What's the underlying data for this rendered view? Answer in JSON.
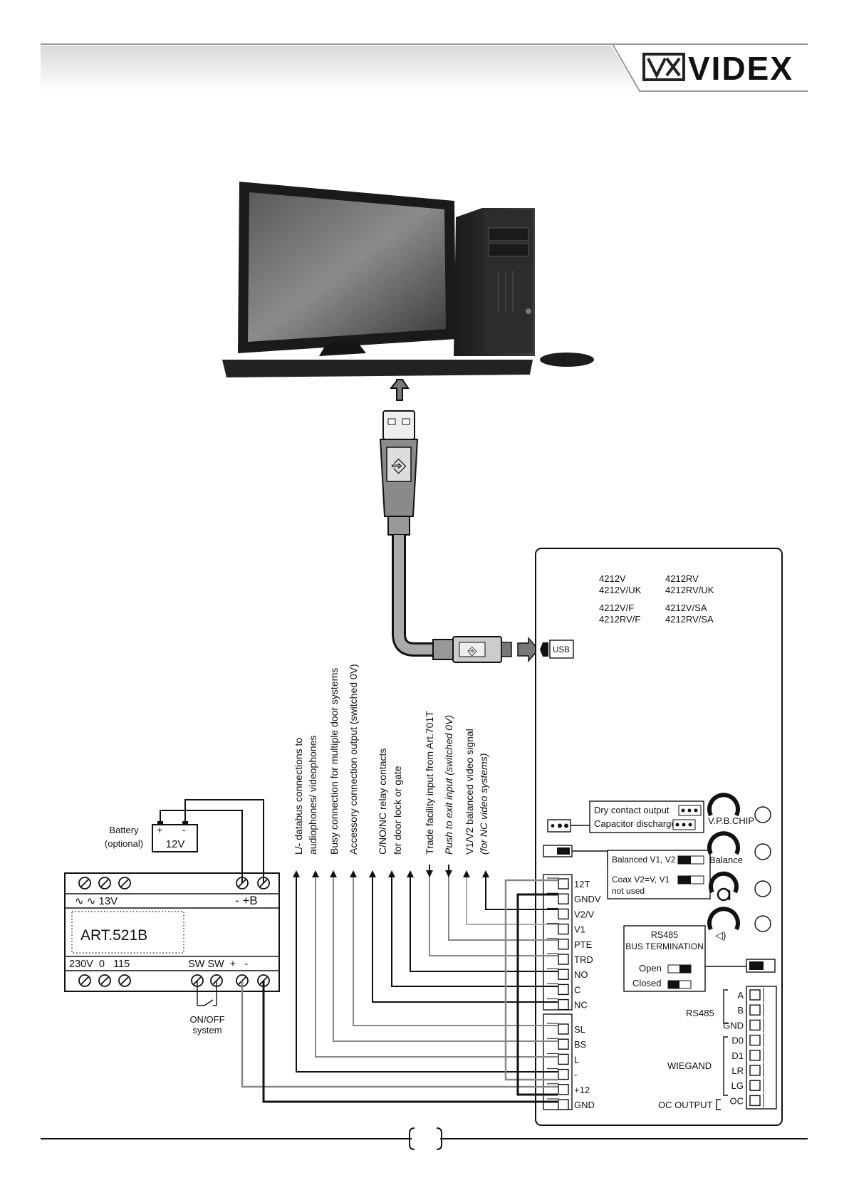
{
  "brand": {
    "name": "VIDEX"
  },
  "computer": {
    "label": ""
  },
  "usb": {
    "port_label": "USB"
  },
  "models": [
    "4212V",
    "4212RV",
    "4212V/UK",
    "4212RV/UK",
    "4212V/F",
    "4212V/SA",
    "4212RV/F",
    "4212RV/SA"
  ],
  "psu": {
    "model": "ART.521B",
    "top_left": "∿  ∿  13V",
    "top_right": "-    +B",
    "bottom_left": "230V  0   115",
    "bottom_right": "SW SW  +   -",
    "switch_label_1": "ON/OFF",
    "switch_label_2": "system"
  },
  "battery": {
    "label": "Battery",
    "sub": "(optional)",
    "voltage": "12V",
    "plus": "+",
    "minus": "-"
  },
  "wire_labels": [
    "L/- databus connections to",
    "audiophones/ videophones",
    "Busy connection for multiple door systems",
    "Accessory connection output (switched 0V)",
    "C/NO/NC relay contacts",
    "for door lock or gate",
    "Trade facility input from Art.701T",
    "Push to exit input (switched 0V)",
    "V1/V2 balanced video signal",
    "(for NC video systems)"
  ],
  "terminals_upper": [
    "12T",
    "GNDV",
    "V2/V",
    "V1",
    "PTE",
    "TRD",
    "NO",
    "C",
    "NC"
  ],
  "terminals_lower": [
    "SL",
    "BS",
    "L",
    "-",
    "+12",
    "GND"
  ],
  "jumpers": {
    "dry_contact": "Dry contact output",
    "capacitor": "Capacitor discharge",
    "balanced": "Balanced V1, V2",
    "coax": "Coax V2=V, V1",
    "not_used": "not used",
    "rs485_title": "RS485",
    "bus_term": "BUS TERMINATION",
    "open": "Open",
    "closed": "Closed"
  },
  "pots": {
    "vpb": "V.P.B.CHIP",
    "balance": "Balance"
  },
  "right_terminals": {
    "rs485_label": "RS485",
    "rs485": [
      "A",
      "B",
      "GND"
    ],
    "wiegand_label": "WIEGAND",
    "wiegand": [
      "D0",
      "D1",
      "LR",
      "LG"
    ],
    "oc_label": "OC OUTPUT",
    "oc": [
      "OC"
    ]
  }
}
